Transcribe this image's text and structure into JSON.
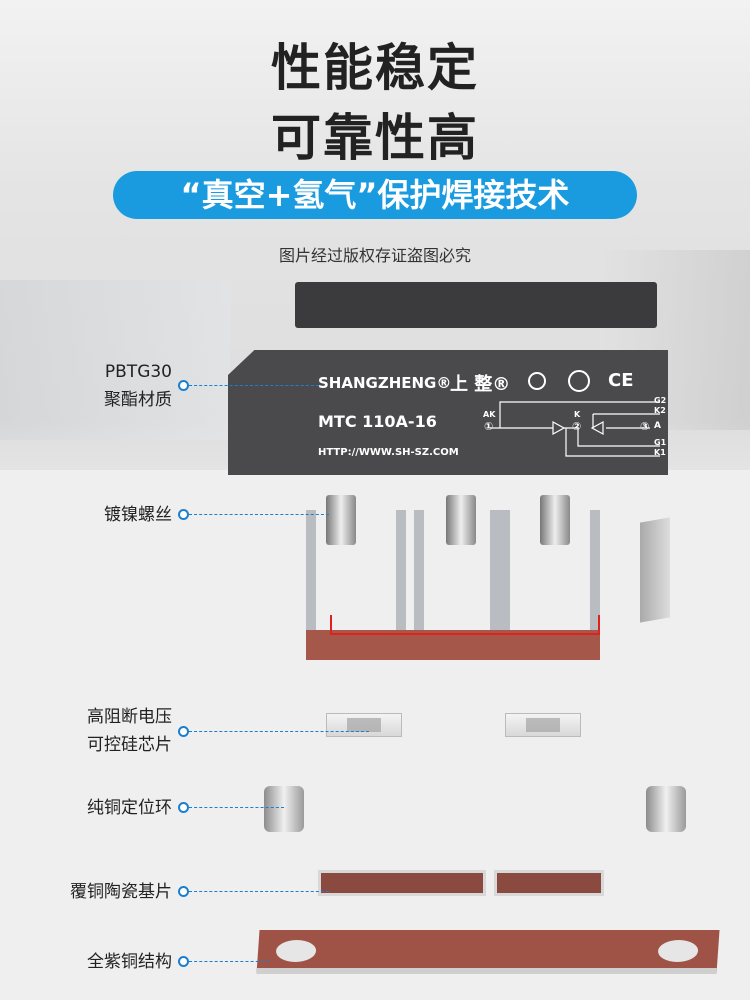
{
  "headline": {
    "line1": "性能稳定",
    "line2": "可靠性高"
  },
  "banner": "“真空+氢气”保护焊接技术",
  "watermark": "图片经过版权存证盗图必究",
  "module": {
    "brand": "SHANGZHENG®",
    "brand_cn": "上 整®",
    "model": "MTC 110A-16",
    "url": "HTTP://WWW.SH-SZ.COM",
    "mark": "CE",
    "pins": {
      "p1": "AK",
      "p1n": "①",
      "p2": "K",
      "p2n": "②",
      "p3": "A",
      "p3n": "③",
      "g2": "G2",
      "k2": "K2",
      "g1": "G1",
      "k1": "K1"
    }
  },
  "labels": {
    "housing_1": "PBTG30",
    "housing_2": "聚酯材质",
    "screws": "镀镍螺丝",
    "chip_1": "高阻断电压",
    "chip_2": "可控硅芯片",
    "ring": "纯铜定位环",
    "ceramic": "覆铜陶瓷基片",
    "base": "全紫铜结构"
  },
  "colors": {
    "accent": "#1a9be0",
    "copper": "#a5584a"
  }
}
